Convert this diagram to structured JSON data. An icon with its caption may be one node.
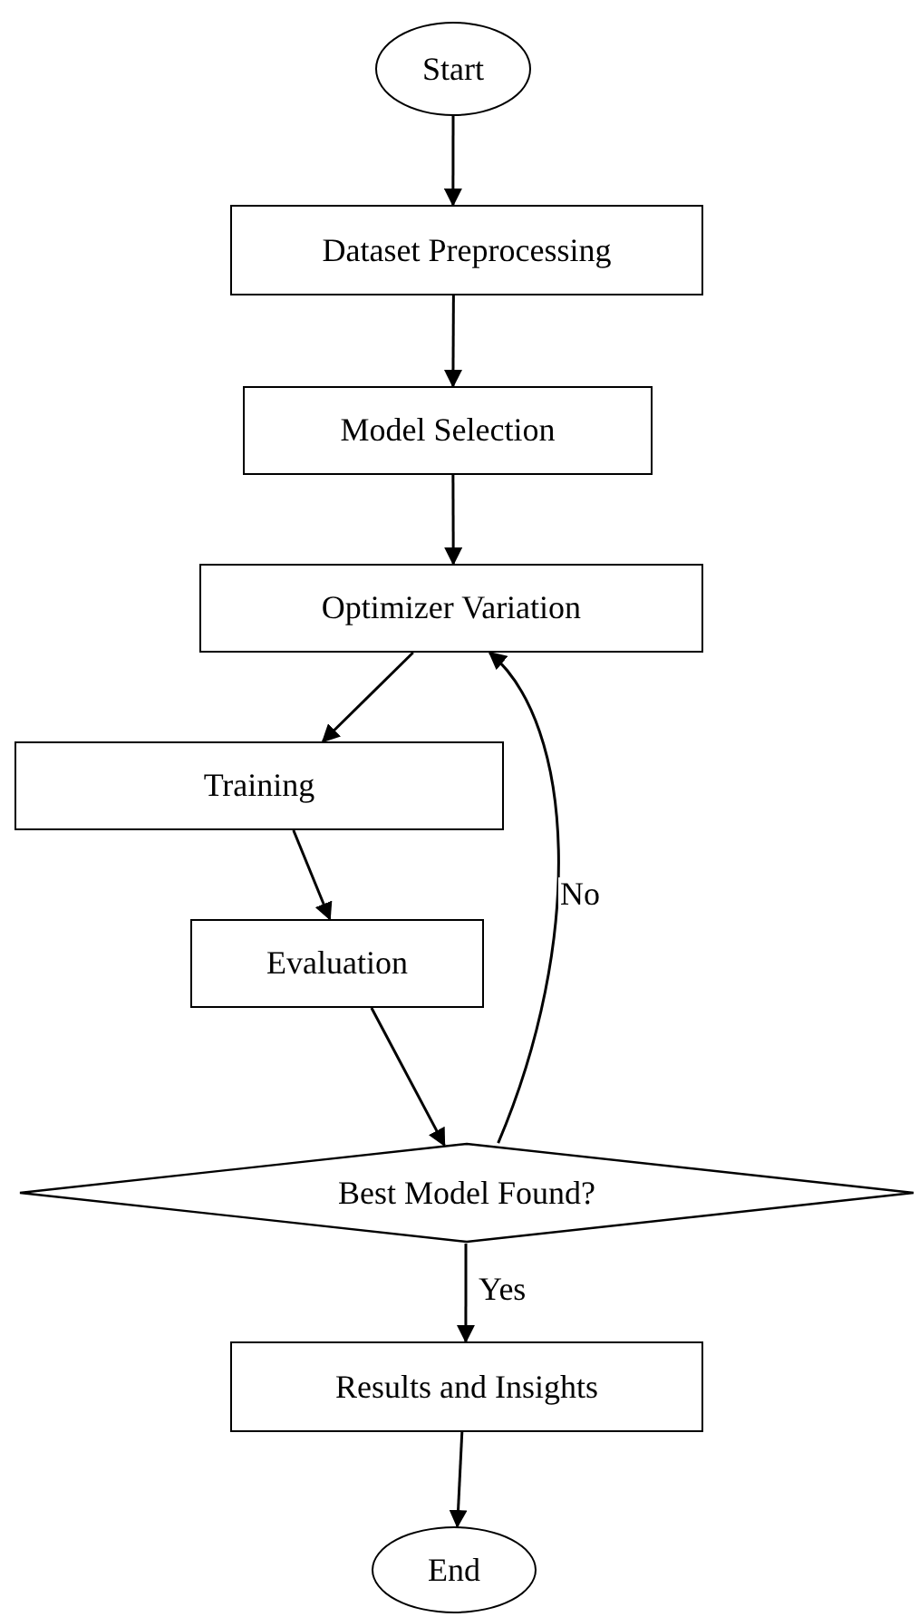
{
  "diagram": {
    "nodes": [
      {
        "text": [
          "Start"
        ]
      },
      {
        "text": [
          "Dataset Preprocessing"
        ]
      },
      {
        "text": [
          "Model Selection"
        ]
      },
      {
        "text": [
          "Optimizer Variation"
        ]
      },
      {
        "text": [
          "Training"
        ]
      },
      {
        "text": [
          "Evaluation"
        ]
      },
      {
        "text": [
          "Best Model Found?"
        ]
      },
      {
        "text": [
          "Results and Insights"
        ]
      },
      {
        "text": [
          "End"
        ]
      }
    ],
    "edges": [
      {
        "from": 0,
        "to": 1,
        "arrow": "to"
      },
      {
        "from": 1,
        "to": 2,
        "arrow": "to"
      },
      {
        "from": 2,
        "to": 3,
        "arrow": "to"
      },
      {
        "from": 3,
        "to": 4,
        "arrow": "to"
      },
      {
        "from": 4,
        "to": 5,
        "arrow": "to"
      },
      {
        "from": 5,
        "to": 6,
        "arrow": "to"
      },
      {
        "from": 6,
        "to": 3,
        "arrow": "to",
        "label": "No"
      },
      {
        "from": 6,
        "to": 7,
        "arrow": "to",
        "label": "Yes"
      },
      {
        "from": 7,
        "to": 8,
        "arrow": "to"
      }
    ]
  }
}
